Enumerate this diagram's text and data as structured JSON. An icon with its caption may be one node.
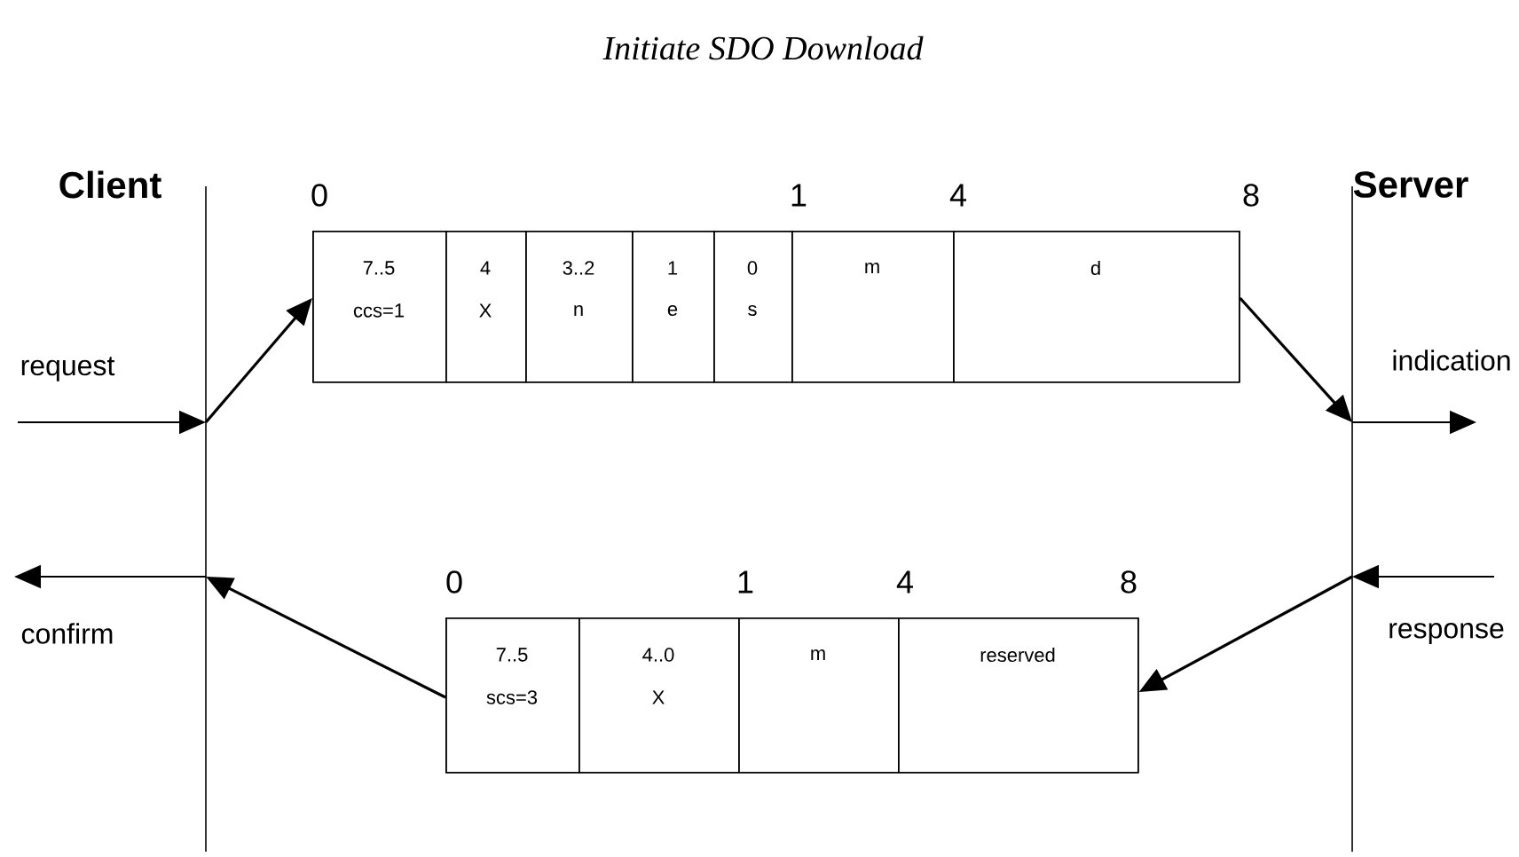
{
  "diagram": {
    "title": "Initiate SDO Download",
    "nodes": [
      {
        "text": [],
        "shape": "box"
      },
      {
        "text": [
          "7..5",
          "ccs=1"
        ],
        "in": 0
      },
      {
        "text": [
          "4",
          "X"
        ],
        "in": 0
      },
      {
        "text": [
          "3..2",
          "n"
        ],
        "in": 0
      },
      {
        "text": [
          "1",
          "e"
        ],
        "in": 0
      },
      {
        "text": [
          "0",
          "s"
        ],
        "in": 0
      },
      {
        "text": [
          "m"
        ],
        "in": 0
      },
      {
        "text": [
          "d"
        ],
        "in": 0
      },
      {
        "text": [],
        "shape": "box"
      },
      {
        "text": [
          "7..5",
          "scs=3"
        ],
        "in": 8
      },
      {
        "text": [
          "4..0",
          "X"
        ],
        "in": 8
      },
      {
        "text": [
          "m"
        ],
        "in": 8
      },
      {
        "text": [
          "reserved"
        ],
        "in": 8
      },
      {
        "text": [
          "Client"
        ]
      },
      {
        "text": [
          "Server"
        ]
      }
    ],
    "edges": [
      {
        "from": null,
        "to": 13,
        "arrow": "to",
        "label": "request"
      },
      {
        "from": 13,
        "to": 0,
        "arrow": "to"
      },
      {
        "from": 0,
        "to": 14,
        "arrow": "to"
      },
      {
        "from": 14,
        "to": null,
        "arrow": "to",
        "label": "indication"
      },
      {
        "from": null,
        "to": 14,
        "arrow": "to",
        "label": "response"
      },
      {
        "from": 14,
        "to": 8,
        "arrow": "to"
      },
      {
        "from": 8,
        "to": 13,
        "arrow": "to"
      },
      {
        "from": 13,
        "to": null,
        "arrow": "to",
        "label": "confirm"
      }
    ],
    "labels": [
      "0",
      "1",
      "4",
      "8",
      "0",
      "1",
      "4",
      "8"
    ]
  }
}
